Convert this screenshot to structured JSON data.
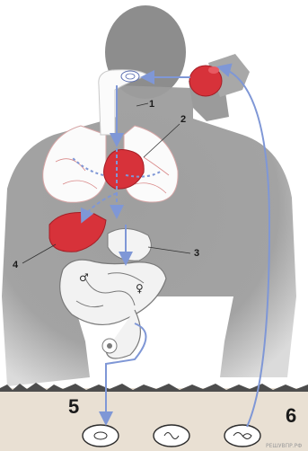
{
  "labels": {
    "l1": "1",
    "l2": "2",
    "l3": "3",
    "l4": "4",
    "l5": "5",
    "l6": "6"
  },
  "symbols": {
    "male": "♂",
    "female": "♀"
  },
  "watermark": "РЕШУВПР.РФ",
  "colors": {
    "silhouette": "#8b8b8b",
    "organ_red": "#d7323a",
    "arrow_blue": "#7f97d6",
    "soil": "#e7dfd2"
  }
}
